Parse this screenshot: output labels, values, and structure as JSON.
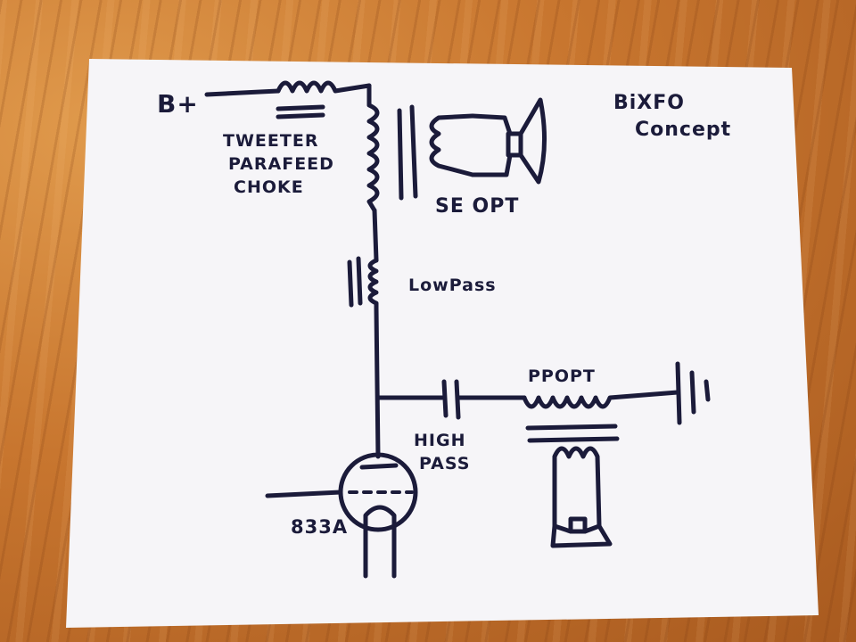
{
  "title": {
    "line1": "BiXFO",
    "line2": "Concept"
  },
  "labels": {
    "b_plus": "B+",
    "tweeter_choke": [
      "TWEETER",
      "PARAFEED",
      "CHOKE"
    ],
    "se_opt": "SE OPT",
    "low_pass": "LowPass",
    "ppopt": "PPOPT",
    "high_pass": [
      "HIGH",
      "PASS"
    ],
    "tube": "833A"
  },
  "colors": {
    "ink": "#1b1b3a",
    "paper": "#f6f5f8",
    "table": "#c9742e"
  }
}
